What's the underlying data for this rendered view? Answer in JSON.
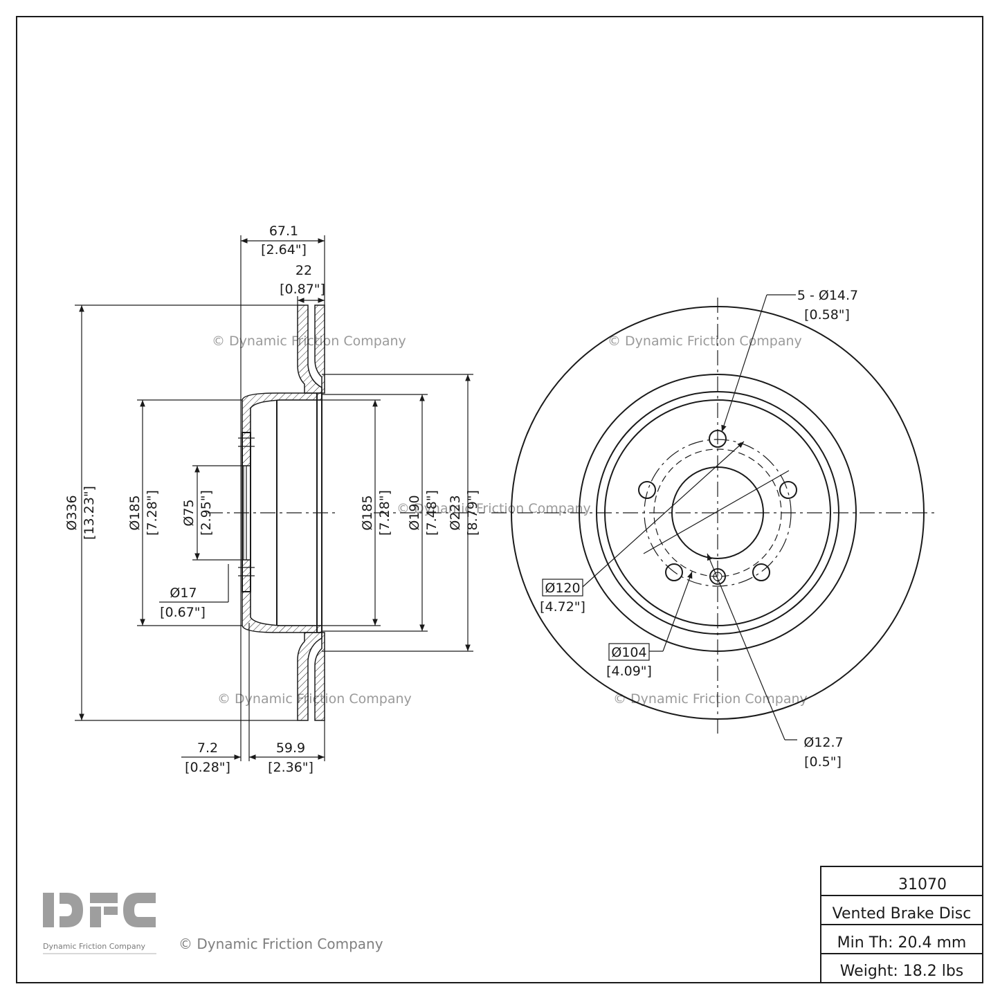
{
  "watermark": "© Dynamic Friction Company",
  "logo": {
    "mark": "DFC",
    "tagline": "Dynamic Friction Company",
    "color": "#9e9e9e"
  },
  "side_view": {
    "overall_width": "67.1",
    "overall_width_in": "[2.64\"]",
    "disc_thickness": "22",
    "disc_thickness_in": "[0.87\"]",
    "outer_diameter": "Ø336",
    "outer_diameter_in": "[13.23\"]",
    "hat_diameter_outer": "Ø185",
    "hat_diameter_outer_in": "[7.28\"]",
    "bore_diameter": "Ø75",
    "bore_diameter_in": "[2.95\"]",
    "stud_hole_diameter": "Ø17",
    "stud_hole_diameter_in": "[0.67\"]",
    "hat_diameter_inner": "Ø185",
    "hat_diameter_inner_in": "[7.28\"]",
    "inner_diameter_190": "Ø190",
    "inner_diameter_190_in": "[7.48\"]",
    "inner_diameter_223": "Ø223",
    "inner_diameter_223_in": "[8.79\"]",
    "hat_wall": "7.2",
    "hat_wall_in": "[0.28\"]",
    "hat_depth": "59.9",
    "hat_depth_in": "[2.36\"]"
  },
  "front_view": {
    "bolt_holes": "5 - Ø14.7",
    "bolt_holes_in": "[0.58\"]",
    "pcd_120": "Ø120",
    "pcd_120_in": "[4.72\"]",
    "pcd_104": "Ø104",
    "pcd_104_in": "[4.09\"]",
    "pilot_hole": "Ø12.7",
    "pilot_hole_in": "[0.5\"]"
  },
  "title_block": {
    "part_number": "31070",
    "description": "Vented Brake Disc",
    "min_thickness": "Min Th: 20.4 mm",
    "weight": "Weight: 18.2 lbs"
  }
}
